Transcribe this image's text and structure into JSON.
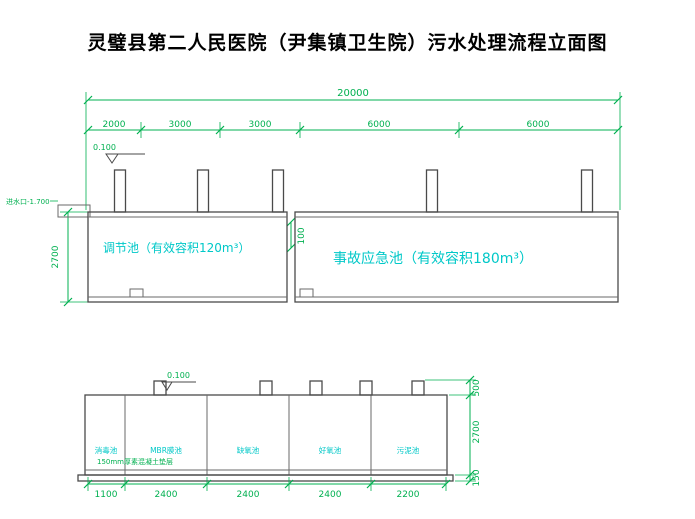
{
  "title": "灵璧县第二人民医院（尹集镇卫生院）污水处理流程立面图",
  "colors": {
    "dimension": "#00b050",
    "tank_label": "#00c8c8",
    "structure": "#4a4a4a"
  },
  "upper_view": {
    "total_dim": "20000",
    "sub_dims": [
      "2000",
      "3000",
      "3000",
      "6000",
      "6000"
    ],
    "elevation_mark": "0.100",
    "inlet_label": "进水口-1.700",
    "left_height_dim": "2700",
    "partition_dim": "100",
    "tank_labels": [
      "调节池（有效容积120m³）",
      "事故应急池（有效容积180m³）"
    ]
  },
  "lower_view": {
    "elevation_mark": "0.100",
    "foundation_note": "150mm厚素混凝土垫层",
    "compartment_labels": [
      "消毒池",
      "MBR膜池",
      "缺氧池",
      "好氧池",
      "污泥池"
    ],
    "bottom_dims": [
      "1100",
      "2400",
      "2400",
      "2400",
      "2200"
    ],
    "right_dims": [
      "500",
      "2700",
      "150"
    ]
  }
}
